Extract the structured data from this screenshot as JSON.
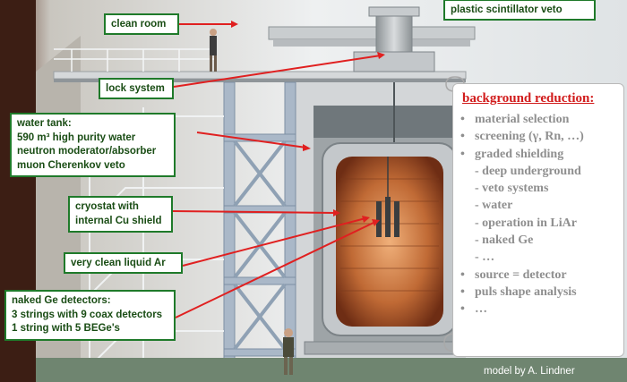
{
  "labels": {
    "clean_room": [
      "clean room"
    ],
    "lock_system": [
      "lock system"
    ],
    "plastic_veto": [
      "plastic scintillator veto"
    ],
    "water_tank": [
      "water tank:",
      "590 m³ high purity water",
      "neutron moderator/absorber",
      "muon Cherenkov veto"
    ],
    "cryostat": [
      "cryostat with",
      "internal Cu shield"
    ],
    "liquid_ar": [
      "very clean liquid Ar"
    ],
    "naked_ge": [
      "naked Ge detectors:",
      "3 strings with 9 coax detectors",
      "1 string with 5 BEGe's"
    ]
  },
  "panel": {
    "title": "background reduction:",
    "items": [
      {
        "text": "material selection",
        "level": 0
      },
      {
        "text": "screening (γ, Rn, …)",
        "level": 0
      },
      {
        "text": "graded shielding",
        "level": 0
      },
      {
        "text": "- deep underground",
        "level": 1
      },
      {
        "text": "- veto systems",
        "level": 1
      },
      {
        "text": "- water",
        "level": 1
      },
      {
        "text": "- operation in LiAr",
        "level": 1
      },
      {
        "text": "- naked Ge",
        "level": 1
      },
      {
        "text": "- …",
        "level": 1
      },
      {
        "text": "source = detector",
        "level": 0
      },
      {
        "text": "puls shape analysis",
        "level": 0
      },
      {
        "text": "…",
        "level": 0
      }
    ]
  },
  "credit": "model by A. Lindner",
  "colors": {
    "label_border": "#1f7a2a",
    "label_text": "#1a4d15",
    "arrow": "#e02020",
    "panel_title": "#d11c1c",
    "panel_text": "#8f8f8f",
    "cryostat_inner": "#b65a2b"
  }
}
